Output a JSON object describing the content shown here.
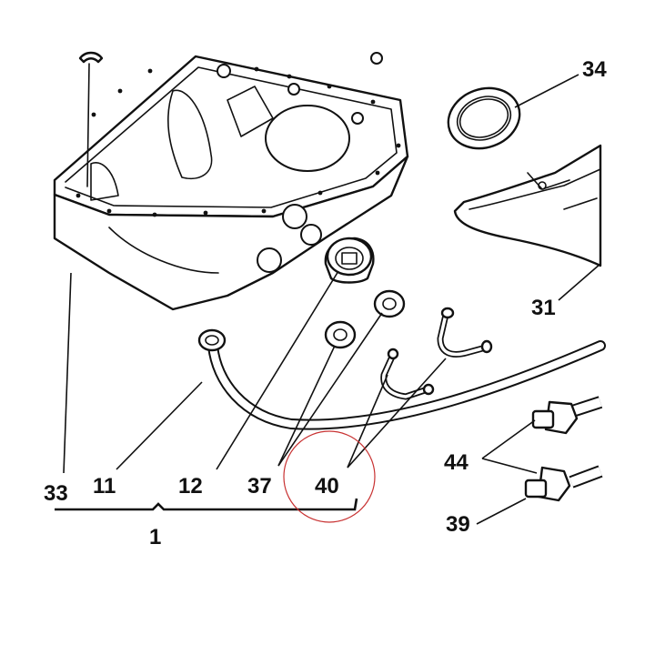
{
  "callouts": {
    "c33": "33",
    "c11": "11",
    "c12": "12",
    "c37": "37",
    "c40": "40",
    "c1": "1",
    "c34": "34",
    "c31": "31",
    "c44": "44",
    "c39": "39"
  },
  "colors": {
    "ink": "#111111",
    "highlight_circle": "#c83232"
  }
}
